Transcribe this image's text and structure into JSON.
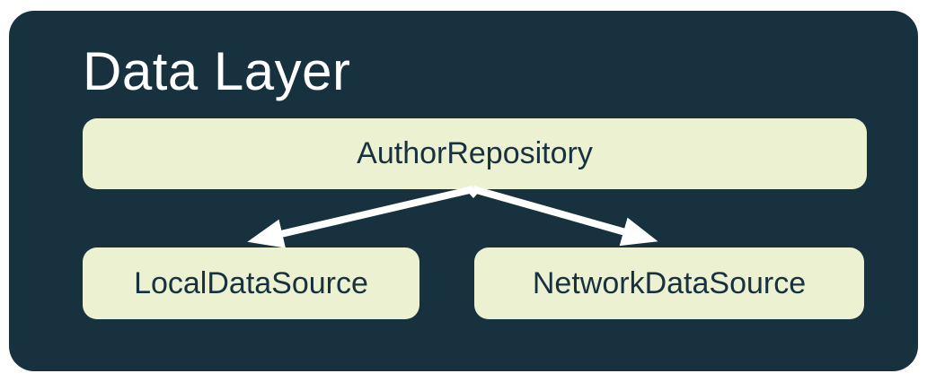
{
  "diagram": {
    "title": "Data Layer",
    "nodes": [
      {
        "id": "repository",
        "label": "AuthorRepository"
      },
      {
        "id": "local",
        "label": "LocalDataSource"
      },
      {
        "id": "network",
        "label": "NetworkDataSource"
      }
    ],
    "edges": [
      {
        "from": "AuthorRepository",
        "to": "LocalDataSource",
        "style": "arrow"
      },
      {
        "from": "AuthorRepository",
        "to": "NetworkDataSource",
        "style": "arrow"
      }
    ],
    "colors": {
      "page_bg": "#FFFFFF",
      "container_bg": "#17313F",
      "node_bg": "#ECF1D2",
      "node_text": "#17313F",
      "title_text": "#FFFFFF",
      "arrow": "#FFFFFF"
    }
  }
}
